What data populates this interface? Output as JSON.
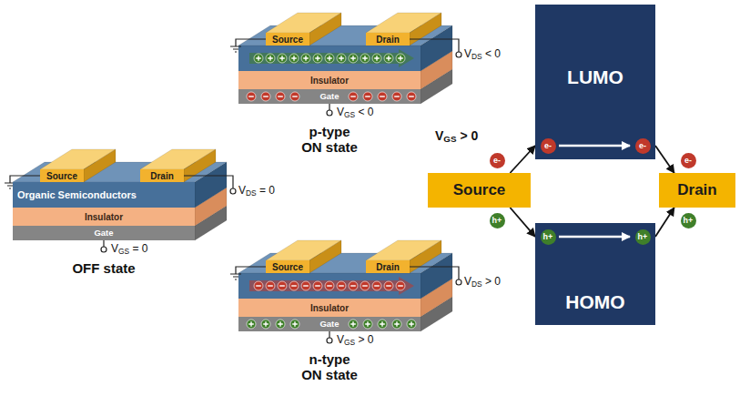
{
  "diagram": {
    "nodes": [
      {
        "text": [
          "Source"
        ]
      },
      {
        "text": [
          "Drain"
        ]
      },
      {
        "text": [
          "Organic Semiconductors"
        ]
      },
      {
        "text": [
          "Insulator"
        ]
      },
      {
        "text": [
          "Gate"
        ]
      },
      {
        "text": [
          "Source"
        ]
      },
      {
        "text": [
          "Drain"
        ]
      },
      {
        "text": [
          "Insulator"
        ]
      },
      {
        "text": [
          "Gate"
        ]
      },
      {
        "text": [
          "Source"
        ]
      },
      {
        "text": [
          "Drain"
        ]
      },
      {
        "text": [
          "Insulator"
        ]
      },
      {
        "text": [
          "Gate"
        ]
      },
      {
        "text": [
          "Source"
        ]
      },
      {
        "text": [
          "LUMO"
        ]
      },
      {
        "text": [
          "HOMO"
        ]
      },
      {
        "text": [
          "Drain"
        ]
      }
    ],
    "edges": [
      {
        "from": 13,
        "to": 14,
        "arrow": "to"
      },
      {
        "from": 14,
        "to": 16,
        "arrow": "to"
      },
      {
        "from": 13,
        "to": 15,
        "arrow": "to"
      },
      {
        "from": 15,
        "to": 16,
        "arrow": "to"
      }
    ],
    "labels": [
      "VDS = 0",
      "VGS = 0",
      "OFF state",
      "VDS < 0",
      "VGS < 0",
      "p-type ON state",
      "VDS > 0",
      "VGS > 0",
      "n-type ON state",
      "VGS > 0",
      "e-",
      "e-",
      "e-",
      "e-",
      "h+",
      "h+",
      "h+",
      "h+"
    ]
  }
}
